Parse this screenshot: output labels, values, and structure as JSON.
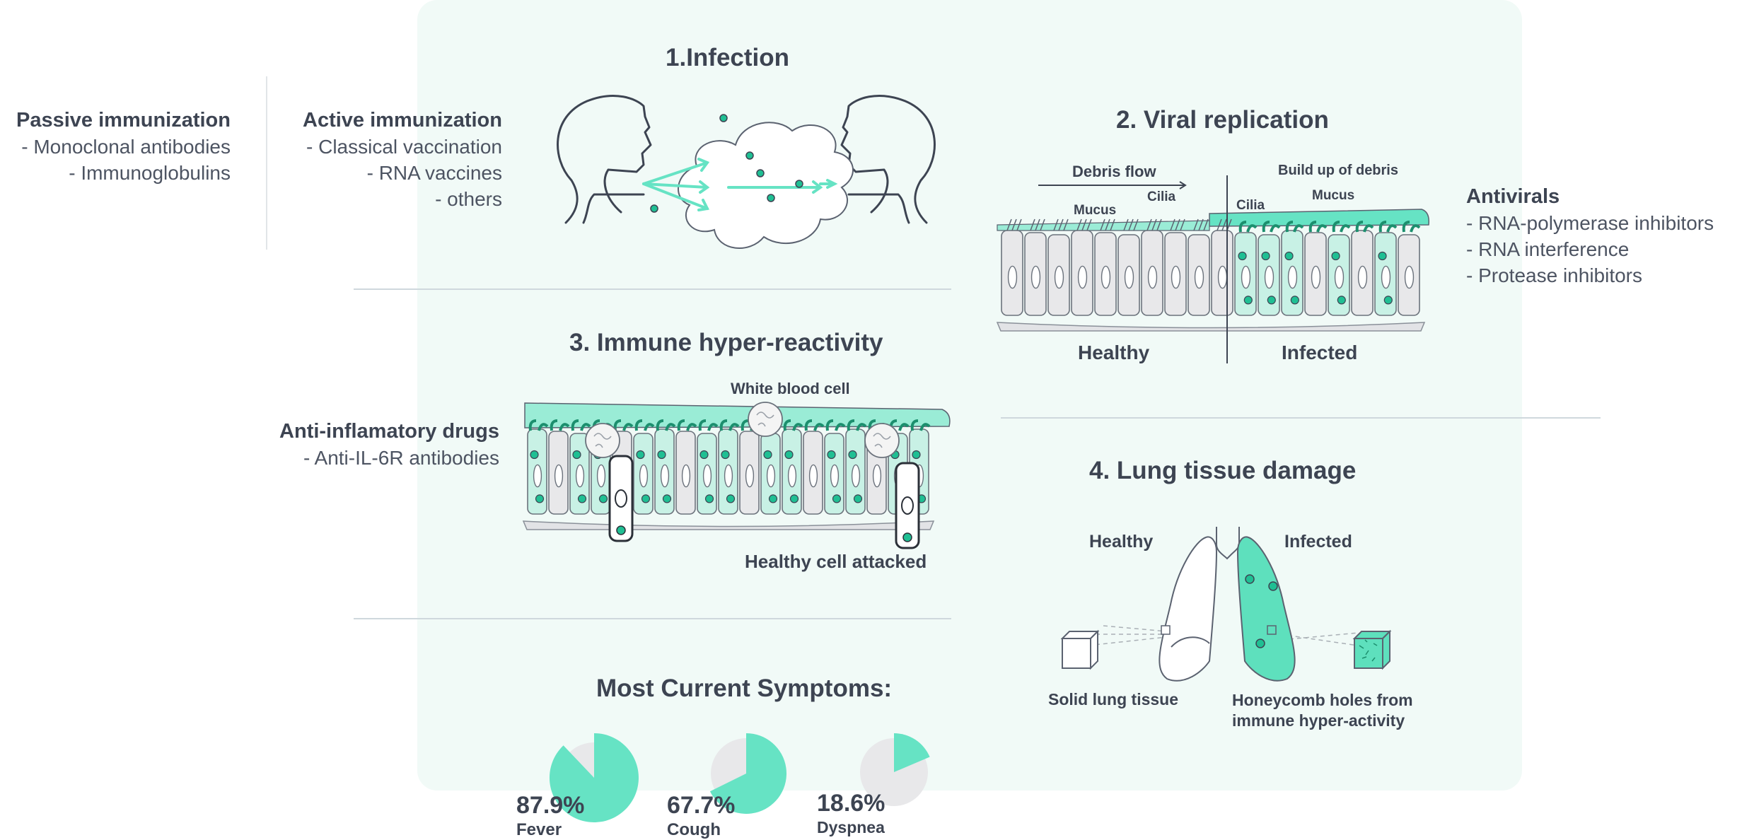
{
  "sections": {
    "infection": {
      "title": "1.Infection"
    },
    "replication": {
      "title": "2. Viral replication",
      "debris_flow": "Debris flow",
      "buildup": "Build up of debris",
      "mucus": "Mucus",
      "cilia": "Cilia",
      "healthy": "Healthy",
      "infected": "Infected"
    },
    "immune": {
      "title": "3. Immune hyper-reactivity",
      "white_cell": "White blood cell",
      "attacked": "Healthy cell attacked"
    },
    "lung": {
      "title": "4. Lung tissue damage",
      "healthy": "Healthy",
      "infected": "Infected",
      "solid": "Solid lung tissue",
      "honeycomb_1": "Honeycomb holes from",
      "honeycomb_2": "immune hyper-activity"
    }
  },
  "treatments": {
    "passive": {
      "heading": "Passive immunization",
      "items": [
        "- Monoclonal antibodies",
        "- Immunoglobulins"
      ]
    },
    "active": {
      "heading": "Active immunization",
      "items": [
        "- Classical vaccination",
        "- RNA vaccines",
        "- others"
      ]
    },
    "antivirals": {
      "heading": "Antivirals",
      "items": [
        "- RNA-polymerase inhibitors",
        "- RNA interference",
        "- Protease inhibitors"
      ]
    },
    "antiinflam": {
      "heading": "Anti-inflamatory drugs",
      "items": [
        "- Anti-IL-6R antibodies"
      ]
    }
  },
  "symptoms": {
    "title": "Most Current Symptoms:",
    "items": [
      {
        "percent": "87.9%",
        "name": "Fever",
        "value": 0.879
      },
      {
        "percent": "67.7%",
        "name": "Cough",
        "value": 0.677
      },
      {
        "percent": "18.6%",
        "name": "Dyspnea",
        "value": 0.186
      }
    ]
  },
  "colors": {
    "accent": "#66e3c4",
    "accent_dark": "#1fbf93",
    "panel": "#f1faf7",
    "text": "#3d4452",
    "cell_grey": "#e8e8ea"
  }
}
